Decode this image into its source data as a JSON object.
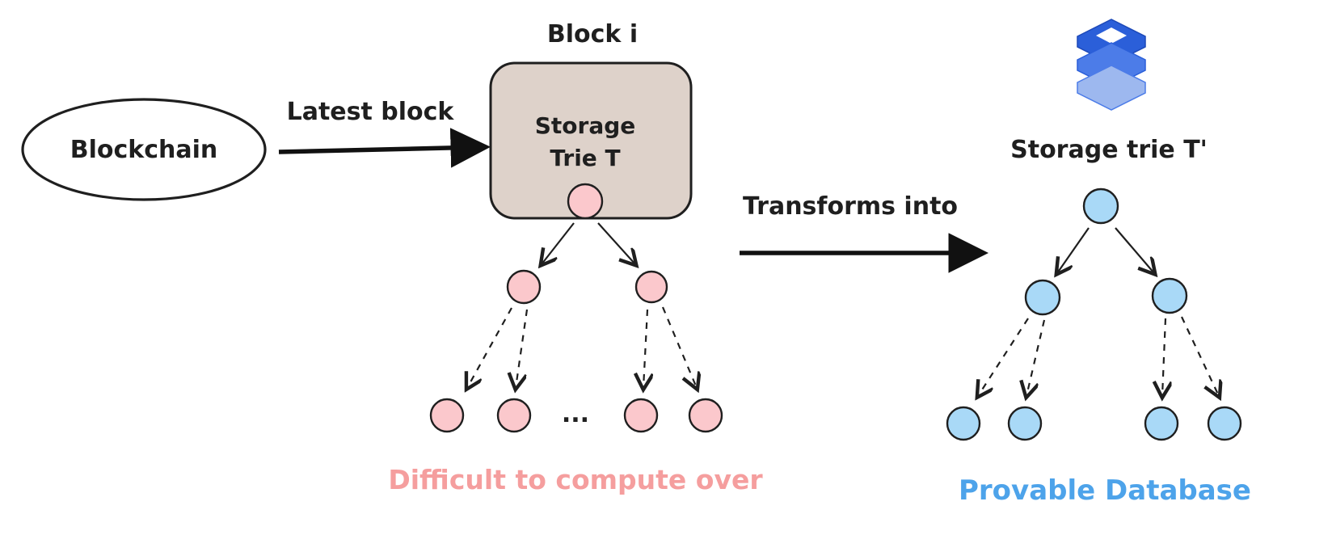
{
  "diagram": {
    "blockchain_label": "Blockchain",
    "latest_block_label": "Latest block",
    "block_title": "Block i",
    "storage_trie_line1": "Storage",
    "storage_trie_line2": "Trie T",
    "ellipsis": "...",
    "difficult_caption": "Difficult to compute over",
    "transforms_label": "Transforms into",
    "storage_trie_prime_label": "Storage trie T'",
    "provable_caption": "Provable Database"
  },
  "icons": {
    "database_icon": "database-icon"
  },
  "colors": {
    "pink_node_fill": "#fbc8cc",
    "pink_caption": "#f59e9e",
    "blue_node_fill": "#a9d9f7",
    "blue_caption": "#4da3ea",
    "block_box_fill": "#ded2ca",
    "outline": "#1f1f1f",
    "database_blue_dark": "#2b5fd9",
    "database_blue_mid": "#4c7ce8",
    "database_blue_light": "#9db8ef"
  }
}
